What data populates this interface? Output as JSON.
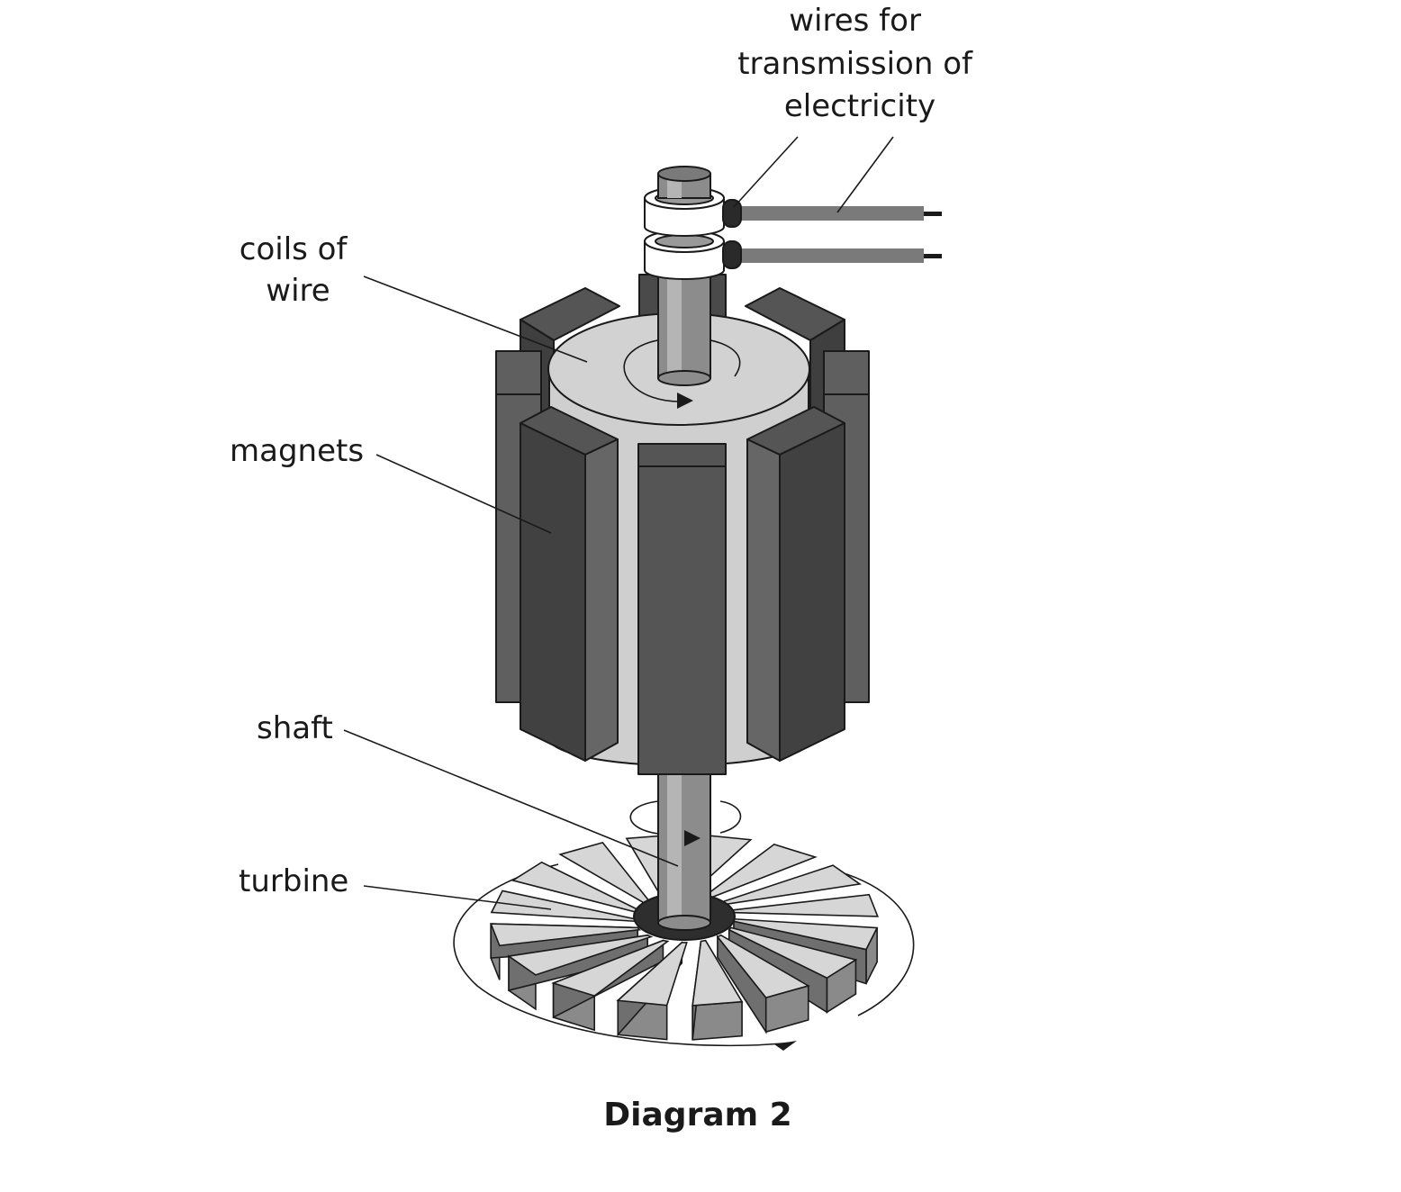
{
  "labels": {
    "wires": [
      "wires for",
      "transmission of",
      "electricity"
    ],
    "coils": [
      "coils of",
      "wire"
    ],
    "magnets": "magnets",
    "shaft": "shaft",
    "turbine": "turbine"
  },
  "caption": "Diagram 2",
  "colors": {
    "magnet_front": "#414141",
    "magnet_side": "#666666",
    "coil_body": "#cfcfcf",
    "shaft": "#8c8c8c",
    "wire": "#7a7a7a",
    "turbine_top": "#d6d6d6",
    "turbine_side": "#8a8a8a",
    "outline": "#1a1a1a"
  }
}
